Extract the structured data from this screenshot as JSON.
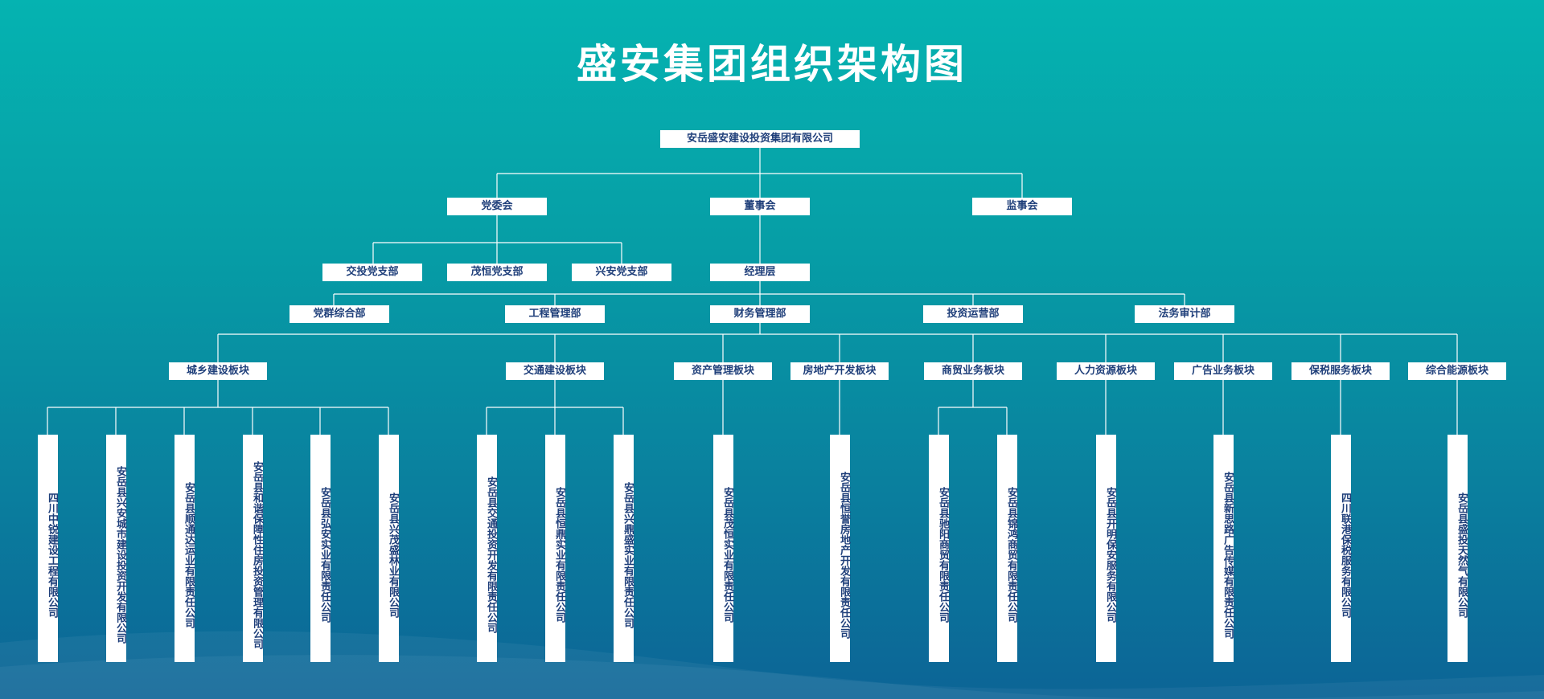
{
  "title": "盛安集团组织架构图",
  "root": "安岳盛安建设投资集团有限公司",
  "governance": {
    "party": "党委会",
    "board": "董事会",
    "supervisory": "监事会"
  },
  "party_branches": [
    "交投党支部",
    "茂恒党支部",
    "兴安党支部"
  ],
  "management": "经理层",
  "departments": [
    "党群综合部",
    "工程管理部",
    "财务管理部",
    "投资运营部",
    "法务审计部"
  ],
  "sectors": {
    "urban_rural": "城乡建设板块",
    "transport": "交通建设板块",
    "asset": "资产管理板块",
    "real_estate": "房地产开发板块",
    "trade": "商贸业务板块",
    "hr": "人力资源板块",
    "advertising": "广告业务板块",
    "bonded": "保税服务板块",
    "energy": "综合能源板块"
  },
  "companies": {
    "urban_rural": [
      "四川中锐建设工程有限公司",
      "安岳县兴安城市建设投资开发有限公司",
      "安岳县顺通达运业有限责任公司",
      "安岳县和谐保障性住房投资管理有限公司",
      "安岳县弘安实业有限责任公司",
      "安岳县兴茂盛林业有限公司"
    ],
    "transport": [
      "安岳县交通投资开发有限责任公司",
      "安岳县恒鼎实业有限责任公司",
      "安岳县兴鼎盛实业有限责任公司"
    ],
    "asset": [
      "安岳县茂恒实业有限责任公司"
    ],
    "real_estate": [
      "安岳县恒誉房地产开发有限责任公司"
    ],
    "trade": [
      "安岳县驰阳商贸有限责任公司",
      "安岳县锦鸿商贸有限责任公司"
    ],
    "hr": [
      "安岳县开明保安服务有限公司"
    ],
    "advertising": [
      "安岳县新思路广告传媒有限责任公司"
    ],
    "bonded": [
      "四川联港保税服务有限公司"
    ],
    "energy": [
      "安岳县盛投天然气有限公司"
    ]
  },
  "colors": {
    "background_top": "#05b3b1",
    "background_bottom": "#0c6496",
    "box_fill": "#ffffff",
    "box_text": "#1f3f7a",
    "connector": "#ffffff"
  }
}
